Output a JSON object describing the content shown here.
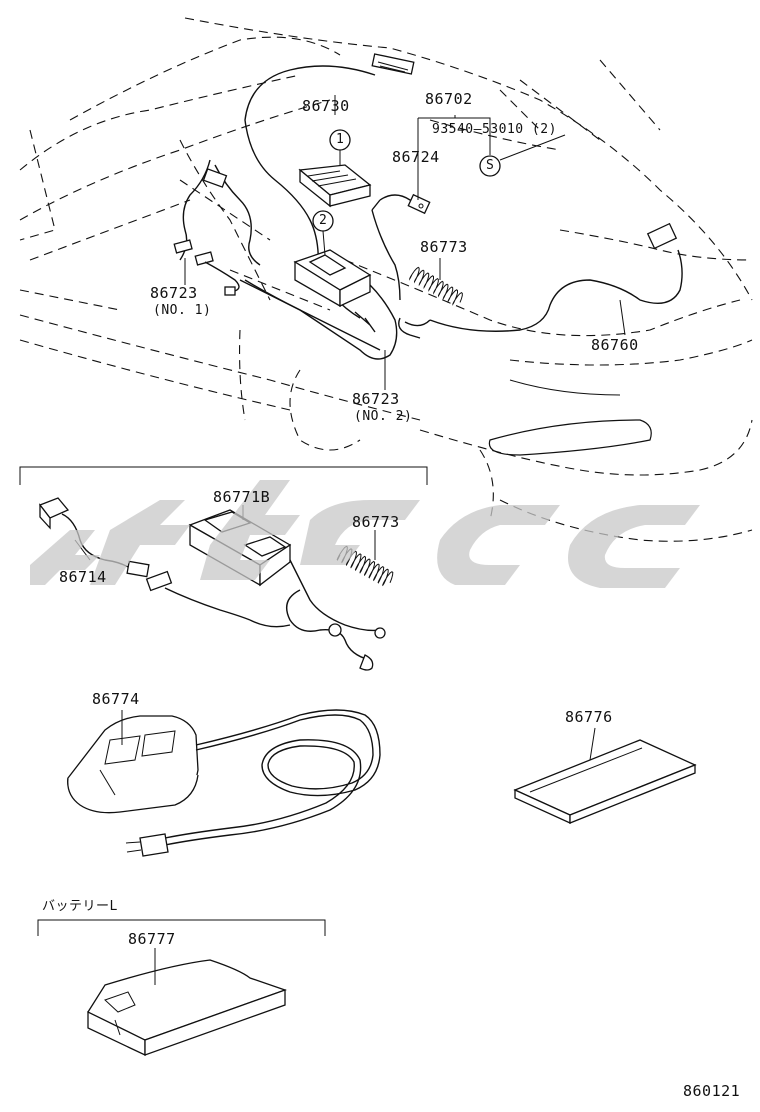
{
  "part_labels": {
    "p86730": "86730",
    "p86702": "86702",
    "p93540": "93540—53010 (2)",
    "p86724": "86724",
    "p86773_top": "86773",
    "p86760": "86760",
    "p86723_no1": "86723",
    "p86723_no1_sub": "(NO. 1)",
    "p86723_no2": "86723",
    "p86723_no2_sub": "(NO. 2)",
    "p86771B": "86771B",
    "p86773_mid": "86773",
    "p86714": "86714",
    "p86774": "86774",
    "p86776": "86776",
    "p86777": "86777"
  },
  "callouts": {
    "c1": "1",
    "c2": "2",
    "s_mark": "S"
  },
  "section_labels": {
    "battery": "バッテリーL"
  },
  "diagram_id": "860121",
  "colors": {
    "line": "#111111",
    "watermark": "#c8c8c8",
    "background": "#ffffff"
  }
}
